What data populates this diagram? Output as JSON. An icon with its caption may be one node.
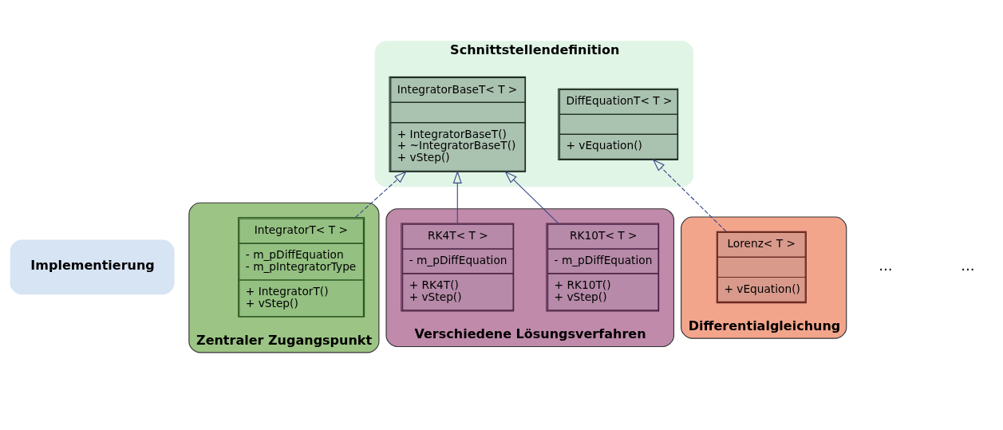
{
  "diagram": {
    "nodes": [
      {
        "text": [
          "Schnittstellendefinition"
        ]
      },
      {
        "text": [
          "IntegratorBaseT< T >",
          "+ IntegratorBaseT() + ~IntegratorBaseT() + vStep()"
        ],
        "in": 0
      },
      {
        "text": [
          "DiffEquationT< T >",
          "+ vEquation()"
        ],
        "in": 0
      },
      {
        "text": [
          "Implementierung"
        ]
      },
      {
        "text": [
          "Zentraler Zugangspunkt"
        ]
      },
      {
        "text": [
          "IntegratorT< T >",
          "- m_pDiffEquation - m_pIntegratorType",
          "+ IntegratorT() + vStep()"
        ],
        "in": 4
      },
      {
        "text": [
          "Verschiedene Lösungsverfahren"
        ]
      },
      {
        "text": [
          "RK10T< T >",
          "- m_pDiffEquation",
          "+ RK10T() + vStep()"
        ],
        "in": 6
      },
      {
        "text": [
          "RK4T< T >",
          "- m_pDiffEquation",
          "+ RK4T() + vStep()"
        ],
        "in": 6
      },
      {
        "text": [
          "Differentialgleichung"
        ]
      },
      {
        "text": [
          "Lorenz< T >",
          "+ vEquation()"
        ],
        "in": 9
      }
    ],
    "edges": [
      {
        "from": 5,
        "to": 1,
        "arrow": "to",
        "style": "dashed"
      },
      {
        "from": 7,
        "to": 1,
        "arrow": "to"
      },
      {
        "from": 8,
        "to": 1,
        "arrow": "to"
      },
      {
        "from": 10,
        "to": 2,
        "arrow": "to",
        "style": "dashed"
      }
    ],
    "labels": [
      "...",
      "..."
    ]
  }
}
